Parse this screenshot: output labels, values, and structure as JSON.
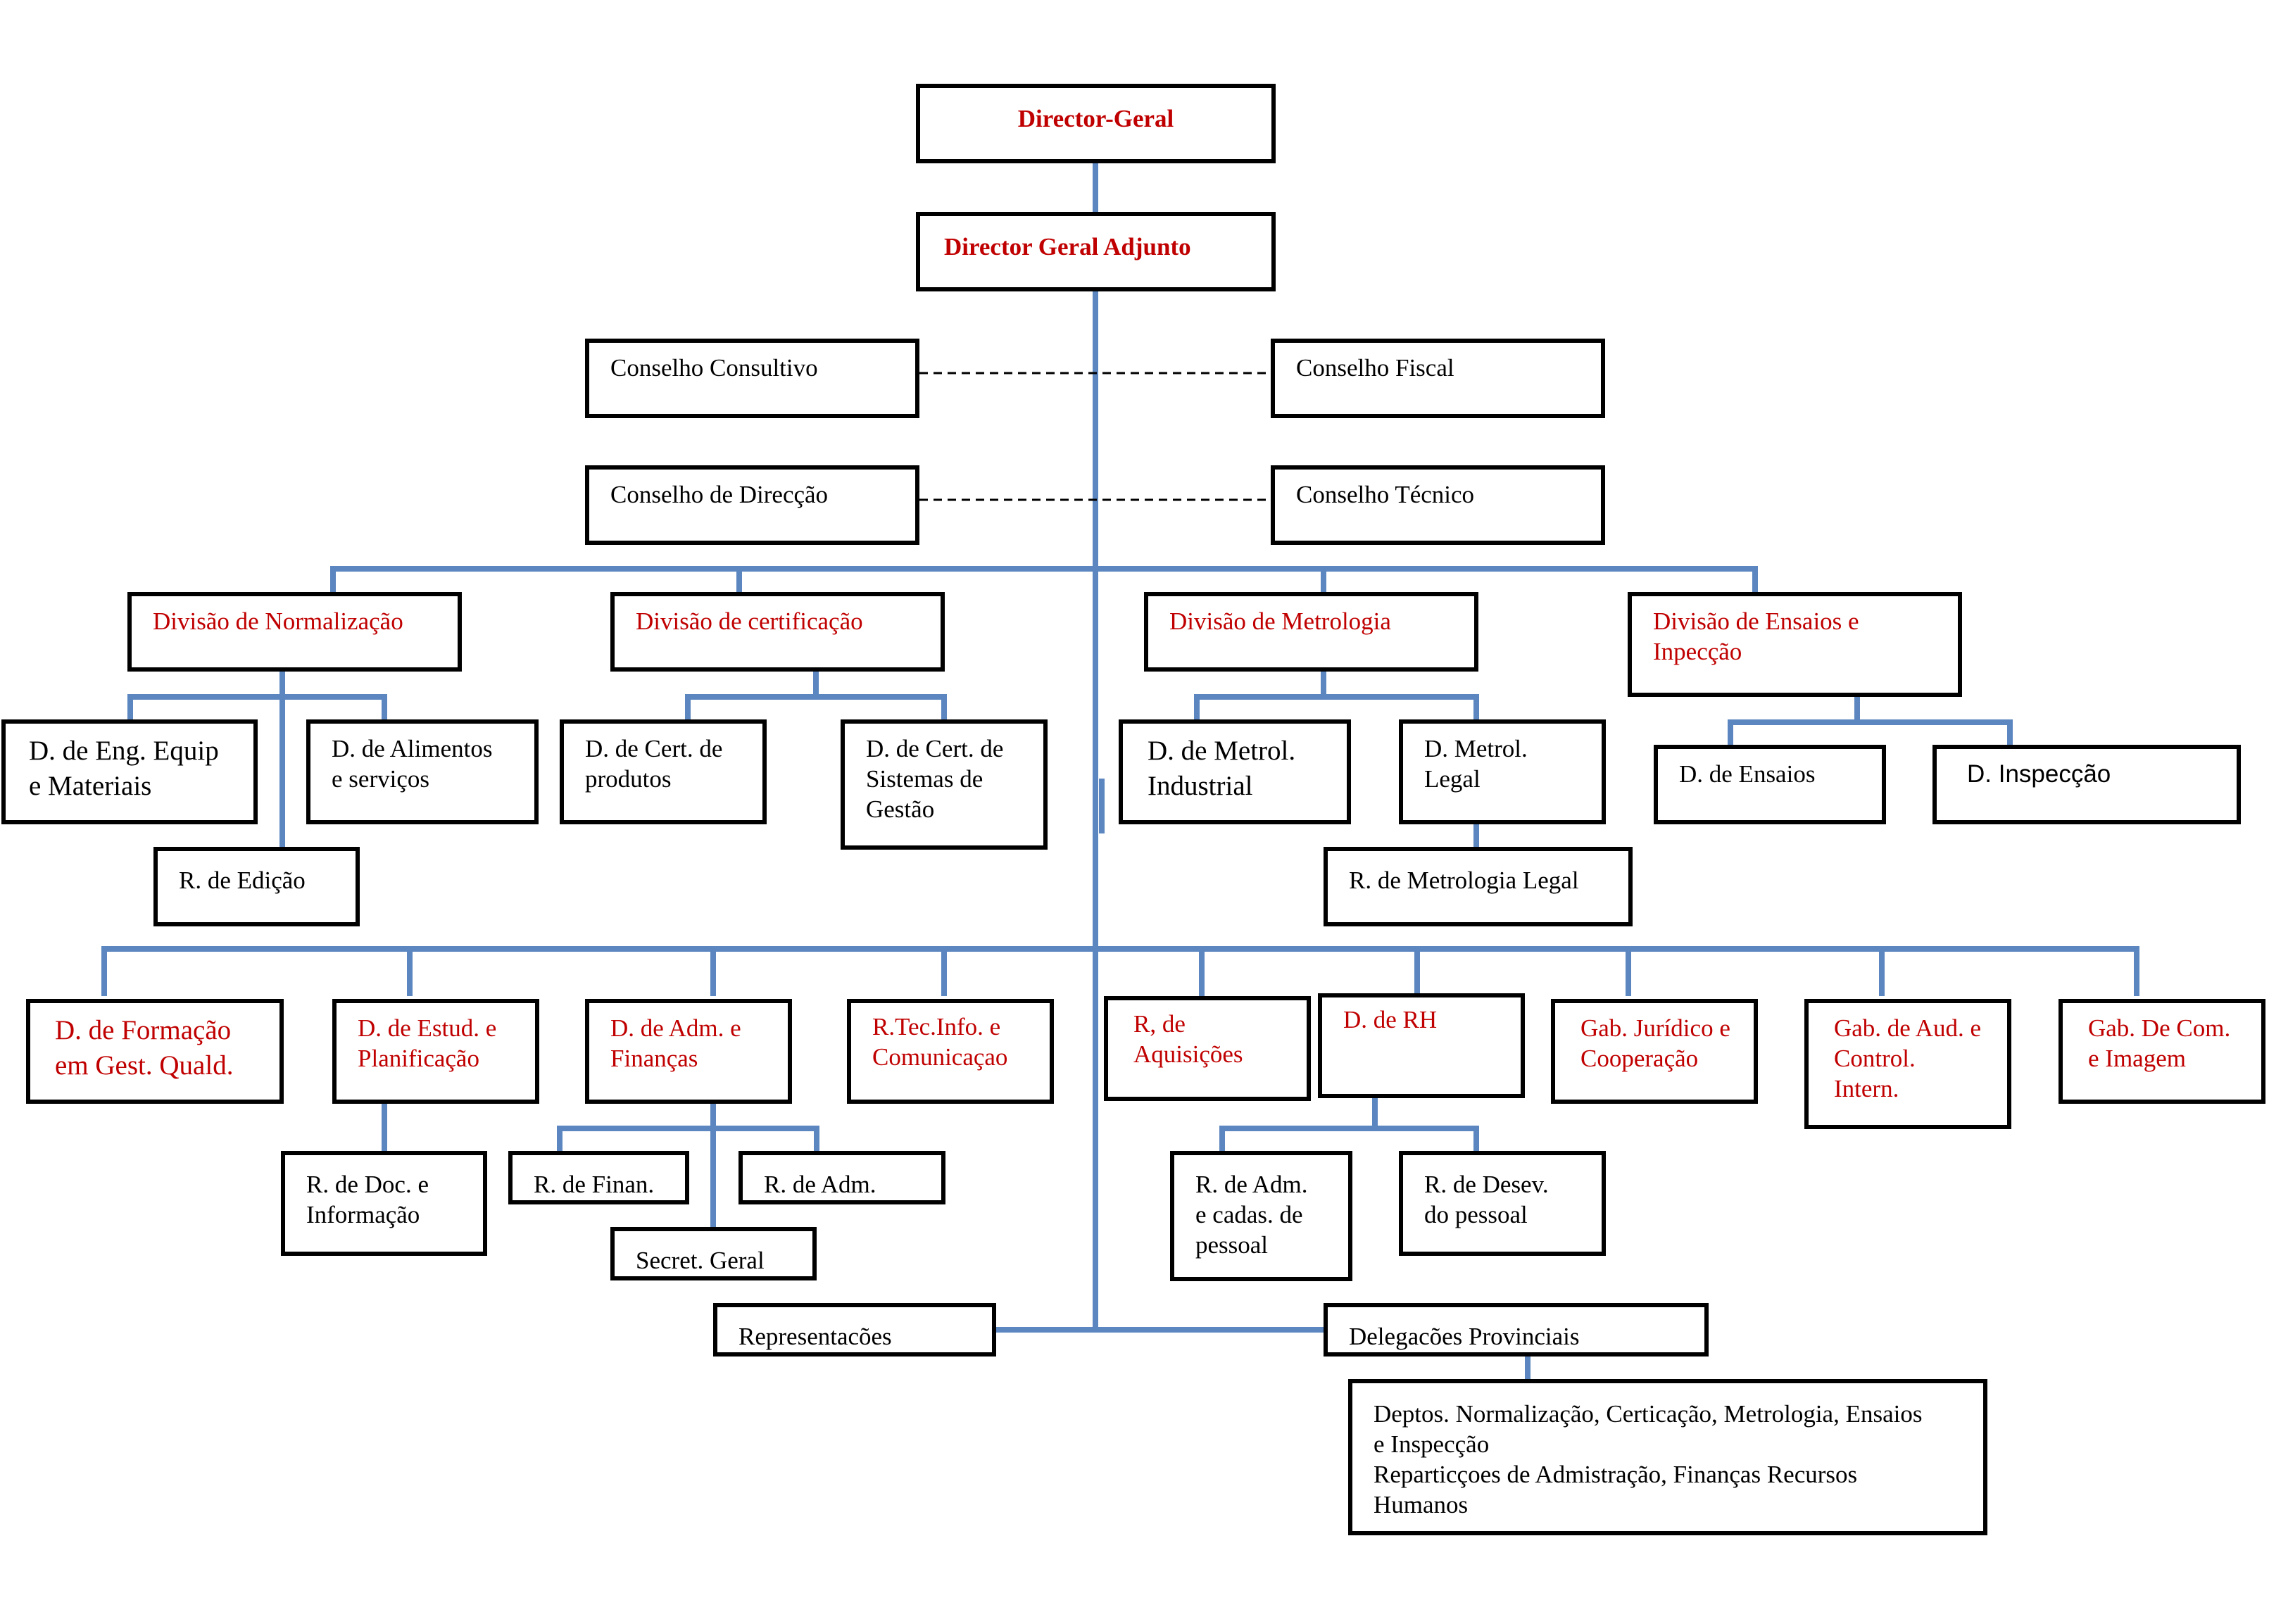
{
  "colors": {
    "connector": "#5b86c0",
    "box_border": "#000000",
    "accent_text": "#c00000"
  },
  "boxes": {
    "director_geral": "Director-Geral",
    "director_adjunto": "Director Geral Adjunto",
    "conselho_consultivo": "Conselho Consultivo",
    "conselho_fiscal": "Conselho Fiscal",
    "conselho_direccao": "Conselho de Direcção",
    "conselho_tecnico": "Conselho Técnico",
    "div_normalizacao": "Divisão de Normalização",
    "div_certificacao": "Divisão de certificação",
    "div_metrologia": "Divisão de Metrologia",
    "div_ensaios": "Divisão de Ensaios e\nInpecção",
    "d_eng_equip": "D. de Eng. Equip\ne Materiais",
    "d_alimentos": "D. de Alimentos\ne serviços",
    "r_edicao": "R. de Edição",
    "d_cert_produtos": "D. de Cert. de\nprodutos",
    "d_cert_sistemas": "D. de Cert. de\nSistemas de\nGestão",
    "d_metrol_industrial": "D. de Metrol.\nIndustrial",
    "d_metrol_legal": "D. Metrol.\nLegal",
    "r_metrologia_legal": "R. de Metrologia Legal",
    "d_ensaios": "D. de Ensaios",
    "d_inspeccao": "D. Inspecção",
    "d_formacao": "D. de Formação\nem Gest. Quald.",
    "d_estud": "D. de Estud. e\nPlanificação",
    "d_adm_financas": "D. de Adm. e\nFinanças",
    "r_tec_info": "R.Tec.Info. e\nComunicaçao",
    "r_aquisicoes": "R, de\nAquisições",
    "d_rh": "D. de RH",
    "gab_juridico": "Gab. Jurídico e\nCooperação",
    "gab_aud": "Gab. de Aud. e\nControl.\nIntern.",
    "gab_com": "Gab. De Com.\ne Imagem",
    "r_doc": "R. de Doc. e\nInformação",
    "r_finan": "R. de Finan.",
    "r_adm": "R. de Adm.",
    "secret_geral": "Secret. Geral",
    "r_adm_cadas": "R. de Adm.\ne cadas. de\npessoal",
    "r_desev": "R. de Desev.\ndo pessoal",
    "representacoes": "Representacões",
    "delegacoes": "Delegacões Provinciais",
    "deptos": "Deptos. Normalização, Certicação, Metrologia, Ensaios\ne Inspecção\nReparticçoes de Admistração, Finanças Recursos\nHumanos"
  }
}
